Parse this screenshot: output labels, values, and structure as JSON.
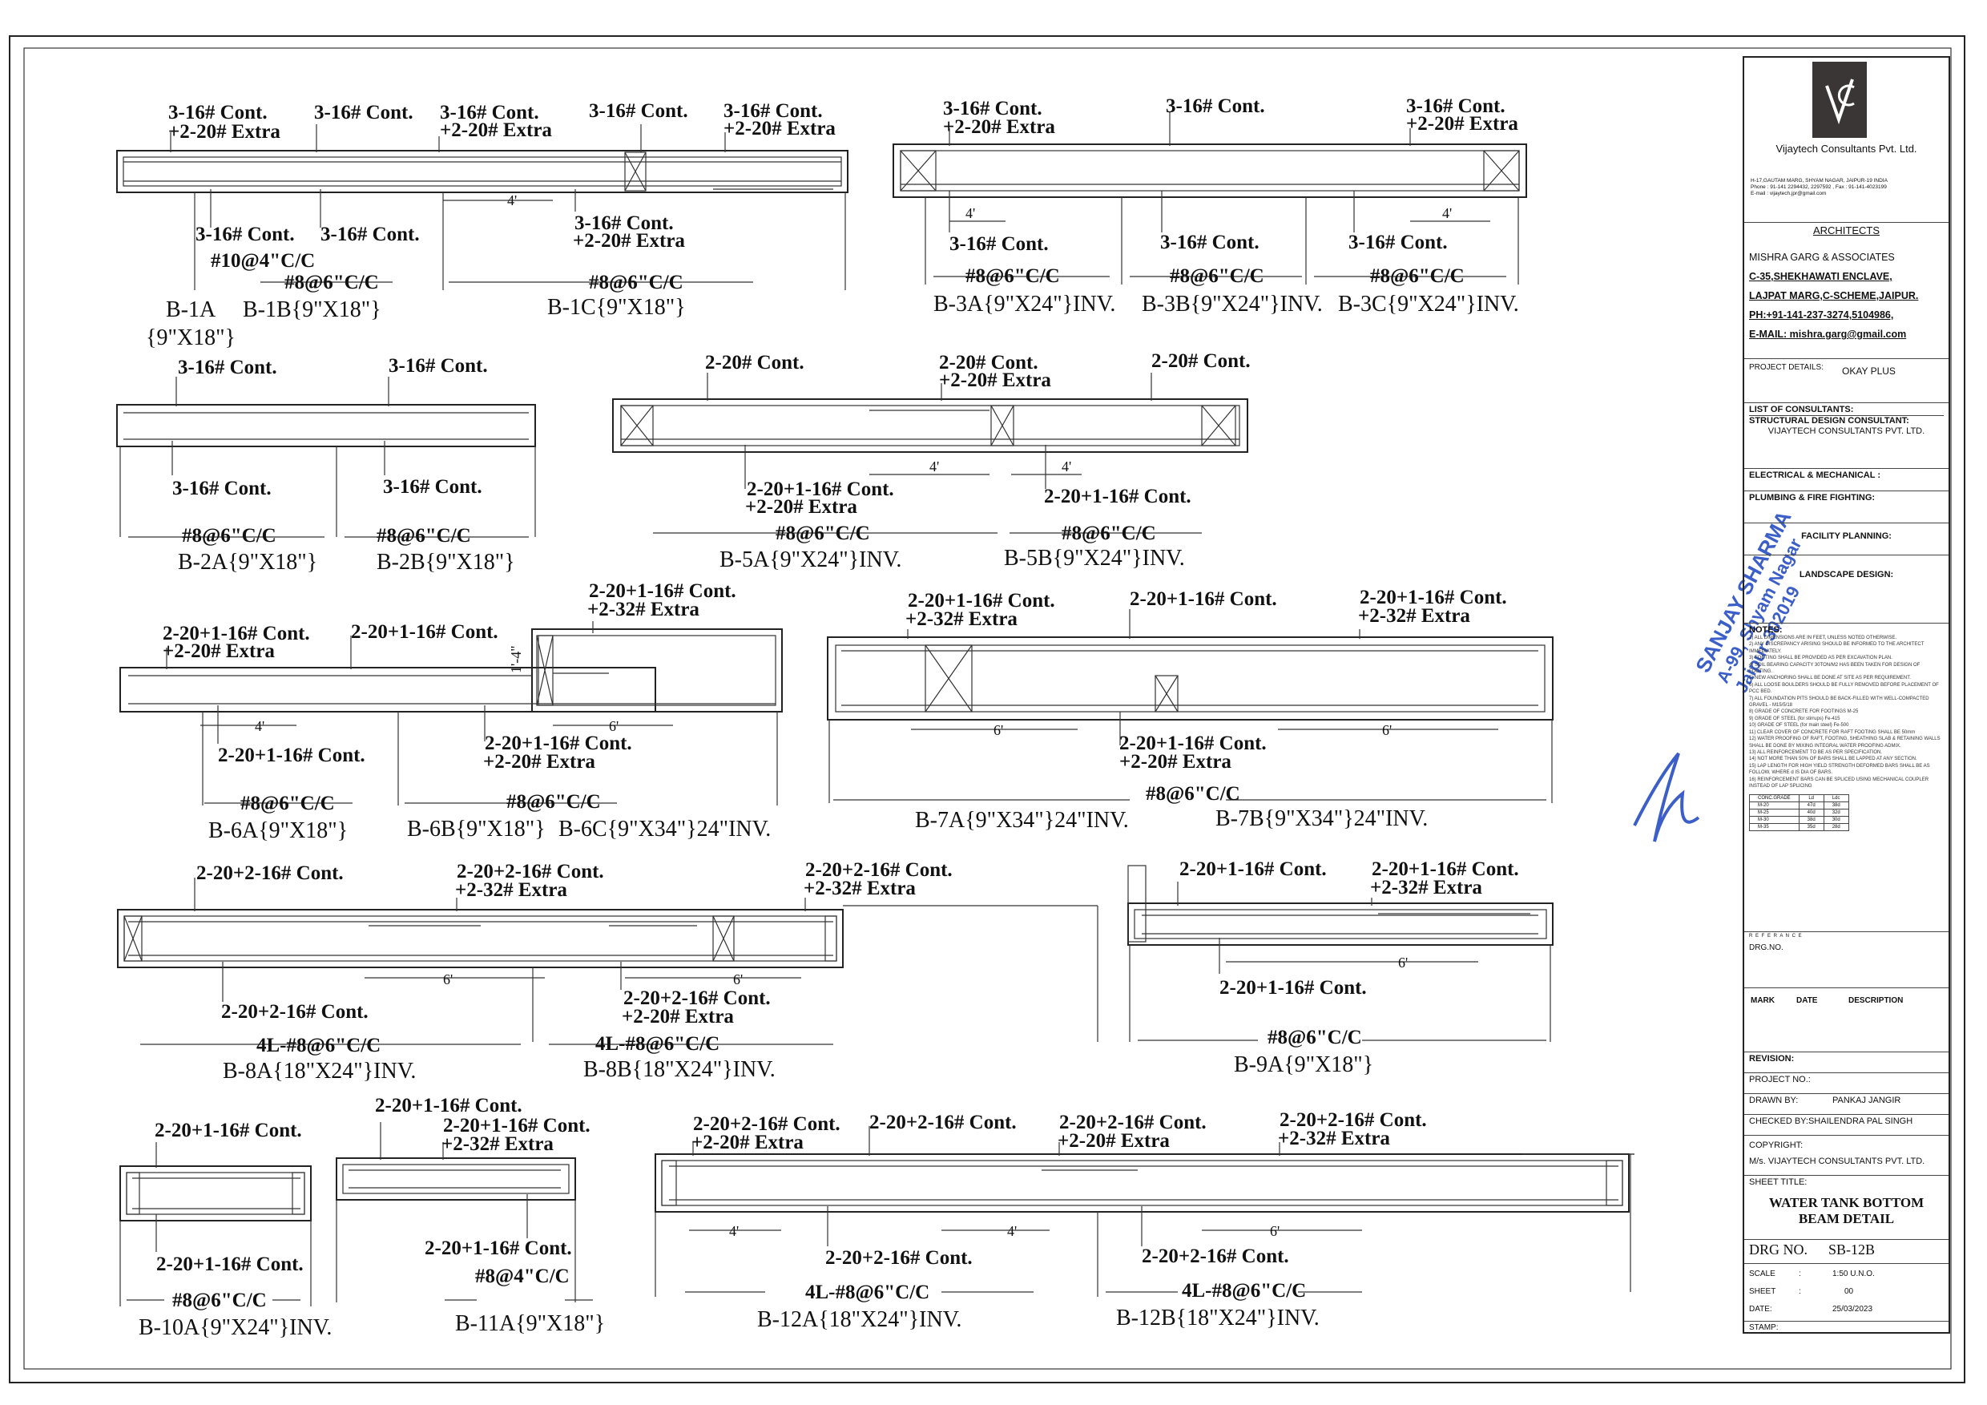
{
  "beams": {
    "b1a": {
      "caption": "B-1A",
      "caption2": "{9\"X18\"}"
    },
    "b1b": {
      "caption": "B-1B{9\"X18\"}"
    },
    "b1c": {
      "caption": "B-1C{9\"X18\"}"
    },
    "b3a": {
      "caption": "B-3A{9\"X24\"}INV."
    },
    "b3b": {
      "caption": "B-3B{9\"X24\"}INV."
    },
    "b3c": {
      "caption": "B-3C{9\"X24\"}INV."
    },
    "b2a": {
      "caption": "B-2A{9\"X18\"}"
    },
    "b2b": {
      "caption": "B-2B{9\"X18\"}"
    },
    "b5a": {
      "caption": "B-5A{9\"X24\"}INV."
    },
    "b5b": {
      "caption": "B-5B{9\"X24\"}INV."
    },
    "b6a": {
      "caption": "B-6A{9\"X18\"}"
    },
    "b6b": {
      "caption": "B-6B{9\"X18\"}"
    },
    "b6c": {
      "caption": "B-6C{9\"X34\"}24\"INV."
    },
    "b7a": {
      "caption": "B-7A{9\"X34\"}24\"INV."
    },
    "b7b": {
      "caption": "B-7B{9\"X34\"}24\"INV."
    },
    "b8a": {
      "caption": "B-8A{18\"X24\"}INV."
    },
    "b8b": {
      "caption": "B-8B{18\"X24\"}INV."
    },
    "b9a": {
      "caption": "B-9A{9\"X18\"}"
    },
    "b10a": {
      "caption": "B-10A{9\"X24\"}INV."
    },
    "b11a": {
      "caption": "B-11A{9\"X18\"}"
    },
    "b12a": {
      "caption": "B-12A{18\"X24\"}INV."
    },
    "b12b": {
      "caption": "B-12B{18\"X24\"}INV."
    }
  },
  "rebar_labels": {
    "c316": "3-16# Cont.",
    "e220": "+2-20# Extra",
    "e232": "+2-32# Extra",
    "c220": "2-20# Cont.",
    "c220_116": "2-20+1-16# Cont.",
    "c220_216": "2-20+2-16# Cont.",
    "tie10": "#10@4\"C/C",
    "tie8": "#8@6\"C/C",
    "tie8_4": "#8@4\"C/C",
    "tie4l": "4L-#8@6\"C/C",
    "dim4": "4'",
    "dim6": "6'",
    "dim1_4": "1'-4\""
  },
  "title_block": {
    "company": "Vijaytech Consultants Pvt. Ltd.",
    "company_addr": "H-17,GAUTAM MARG, SHYAM NAGAR, JAIPUR-19 INDIA",
    "company_phone": "Phone : 91-141 2294432, 2297592 , Fax : 91-141-4023199",
    "company_email": "E-mail : vijaytech.jpr@gmail.com",
    "architects_head": "ARCHITECTS",
    "arch_name": "MISHRA GARG & ASSOCIATES",
    "arch_addr1": "C-35,SHEKHAWATI ENCLAVE,",
    "arch_addr2": "LAJPAT MARG,C-SCHEME,JAIPUR.",
    "arch_ph": "PH:+91-141-237-3274,5104986,",
    "arch_email": "E-MAIL: mishra.garg@gmail.com",
    "project_details_label": "PROJECT DETAILS:",
    "project_details": "OKAY PLUS",
    "consultants_head": "LIST OF CONSULTANTS:",
    "structural_head": "STRUCTURAL DESIGN CONSULTANT:",
    "structural_name": "VIJAYTECH CONSULTANTS PVT. LTD.",
    "electrical": "ELECTRICAL & MECHANICAL :",
    "plumbing": "PLUMBING & FIRE FIGHTING:",
    "facility": "FACILITY PLANNING:",
    "landscape": "LANDSCAPE DESIGN:",
    "notes_head": "NOTES:",
    "notes": [
      "1) ALL DIMENSIONS ARE IN FEET, UNLESS NOTED OTHERWISE.",
      "2) ANY DISCREPANCY ARISING SHOULD BE INFORMED TO THE ARCHITECT IMMEDIATELY.",
      "3) FOOTING SHALL BE PROVIDED AS PER EXCAVATION PLAN.",
      "4) SOIL BEARING CAPACITY 30TON/M2 HAS BEEN TAKEN FOR DESIGN OF FOOTING.",
      "5) NEW ANCHORING SHALL BE DONE AT SITE AS PER REQUIREMENT.",
      "6) ALL LOOSE BOULDERS SHOULD BE FULLY REMOVED BEFORE PLACEMENT OF PCC BED.",
      "7) ALL FOUNDATION PITS SHOULD BE BACK-FILLED WITH WELL-COMPACTED GRAVEL - M15/5/18",
      "8) GRADE OF CONCRETE FOR FOOTINGS M-25",
      "9) GRADE OF STEEL (for stirrups) Fe-415",
      "10) GRADE OF STEEL (for main steel) Fe-500",
      "11) CLEAR COVER OF CONCRETE FOR RAFT FOOTING SHALL BE 50mm",
      "12) WATER PROOFING OF RAFT, FOOTING, SHEATHING SLAB & RETAINING WALLS SHALL BE DONE BY MIXING INTEGRAL WATER PROOFING ADMIX.",
      "13) ALL REINFORCEMENT TO BE AS PER SPECIFICATION.",
      "14) NOT MORE THAN 50% OF BARS SHALL BE LAPPED AT ANY SECTION.",
      "15) LAP LENGTH FOR HIGH YIELD STRENGTH DEFORMED BARS SHALL BE AS FOLLOW, WHERE d IS DIA OF BARS.",
      "16) REINFORCEMENT BARS CAN BE SPLICED USING MECHANICAL COUPLER INSTEAD OF LAP SPLICING"
    ],
    "lap_head": [
      "CONC.GRADE",
      "Ld",
      "Ldc"
    ],
    "lap_rows": [
      [
        "M-20",
        "47d",
        "38d"
      ],
      [
        "M-25",
        "40d",
        "32d"
      ],
      [
        "M-30",
        "38d",
        "30d"
      ],
      [
        "M-35",
        "35d",
        "28d"
      ]
    ],
    "reference": "R E F E R A N C E",
    "drg_no_label": "DRG.NO.",
    "mark": "MARK",
    "date_col": "DATE",
    "description": "DESCRIPTION",
    "revision": "REVISION:",
    "project_no": "PROJECT NO.:",
    "drawn_by_label": "DRAWN BY:",
    "drawn_by": "PANKAJ JANGIR",
    "checked_by": "CHECKED BY:SHAILENDRA PAL SINGH",
    "copyright": "COPYRIGHT:",
    "copyright_owner": "M/s. VIJAYTECH CONSULTANTS PVT. LTD.",
    "sheet_title_label": "SHEET TITLE:",
    "sheet_title1": "WATER TANK BOTTOM",
    "sheet_title2": "BEAM DETAIL",
    "drg_no_big_label": "DRG NO.",
    "drg_no_big": "SB-12B",
    "scale_label": "SCALE",
    "scale": "1:50 U.N.O.",
    "sheet_label": "SHEET",
    "sheet": "00",
    "date_label": "DATE:",
    "date": "25/03/2023",
    "stamp_label": "STAMP:",
    "colon": ":"
  },
  "seal": {
    "name": "SANJAY SHARMA",
    "line2": "A-99, Shyam Nagar",
    "line3": "Jaipur-302019"
  }
}
